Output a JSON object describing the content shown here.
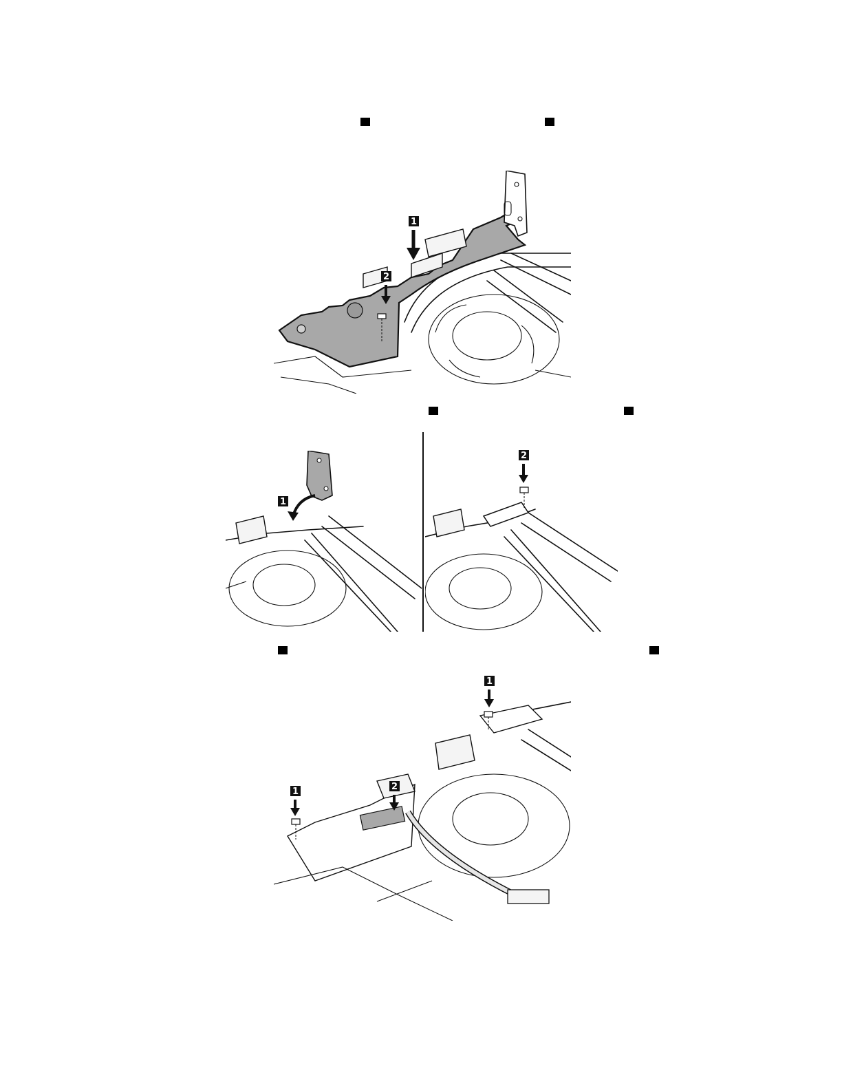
{
  "figures": [
    {
      "name": "step-install-board",
      "callouts": [
        "1",
        "2"
      ],
      "colors": {
        "board": "#a8a8a8",
        "outline": "#111111"
      }
    },
    {
      "name": "step-fold-bracket-left",
      "callouts": [
        "1"
      ]
    },
    {
      "name": "step-fasten-bracket-right",
      "callouts": [
        "2"
      ]
    },
    {
      "name": "step-screws-and-cable",
      "callouts": [
        "1",
        "2",
        "1"
      ]
    }
  ]
}
